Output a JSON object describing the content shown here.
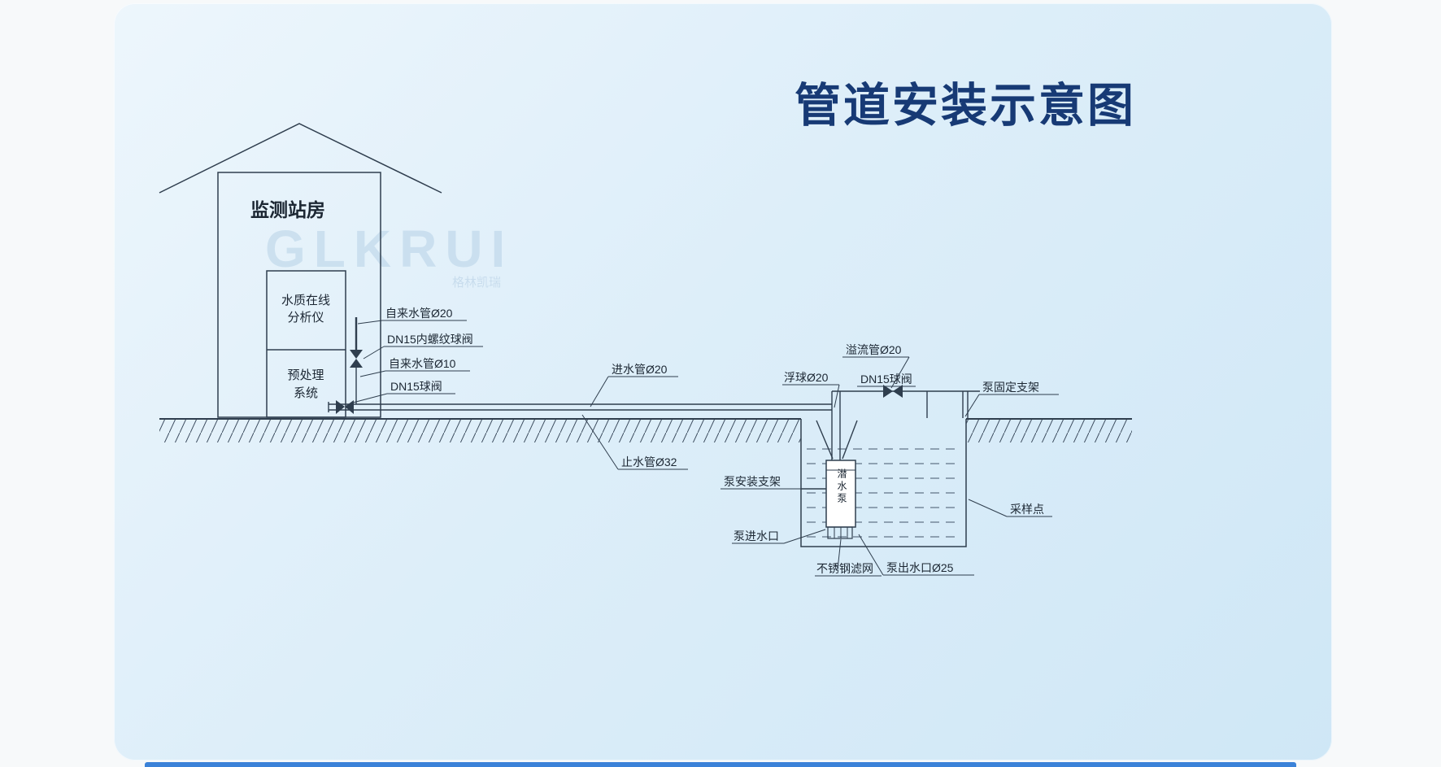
{
  "title": "管道安装示意图",
  "watermark": {
    "main": "GLKRUI",
    "sub": "格林凯瑞"
  },
  "diagram": {
    "house_label": "监测站房",
    "analyzer_line1": "水质在线",
    "analyzer_line2": "分析仪",
    "pretreatment_line1": "预处理",
    "pretreatment_line2": "系统",
    "pump_label": "潜水泵",
    "labels": {
      "tap_water_20": "自来水管Ø20",
      "dn15_threaded_ball_valve": "DN15内螺纹球阀",
      "tap_water_10": "自来水管Ø10",
      "dn15_ball_valve": "DN15球阀",
      "inlet_pipe_20": "进水管Ø20",
      "stop_pipe_32": "止水管Ø32",
      "overflow_pipe_20": "溢流管Ø20",
      "float_20": "浮球Ø20",
      "dn15_ball_valve_2": "DN15球阀",
      "pump_fixed_bracket": "泵固定支架",
      "sampling_point": "采样点",
      "pump_mount_bracket": "泵安装支架",
      "pump_inlet": "泵进水口",
      "stainless_filter": "不锈钢滤网",
      "pump_outlet_25": "泵出水口Ø25"
    }
  }
}
